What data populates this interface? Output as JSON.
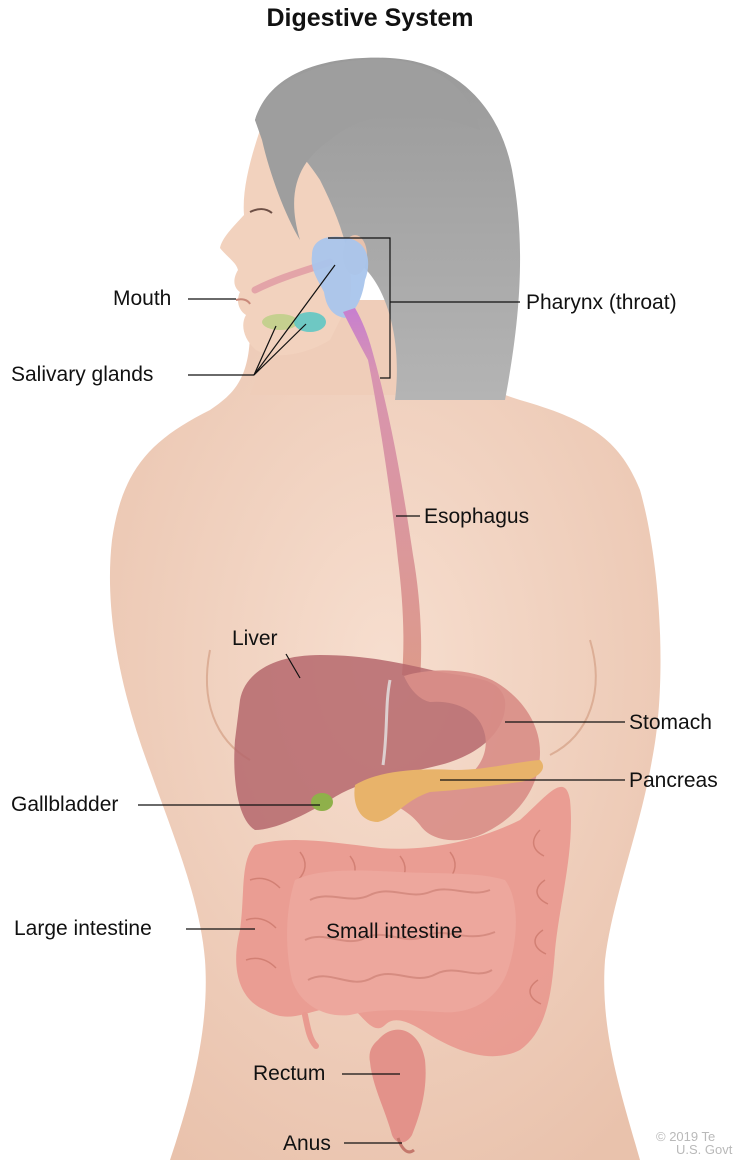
{
  "title": "Digestive System",
  "labels": {
    "mouth": "Mouth",
    "salivary_glands": "Salivary glands",
    "pharynx": "Pharynx (throat)",
    "esophagus": "Esophagus",
    "liver": "Liver",
    "stomach": "Stomach",
    "pancreas": "Pancreas",
    "gallbladder": "Gallbladder",
    "large_intestine": "Large intestine",
    "small_intestine": "Small intestine",
    "rectum": "Rectum",
    "anus": "Anus"
  },
  "copyright": [
    "© 2019 Te",
    "U.S. Govt"
  ],
  "colors": {
    "skin": "#f1d1bf",
    "hair": "#a8a8a8",
    "liver": "#b5676c",
    "stomach": "#d98e88",
    "intestine": "#e99a90",
    "pancreas": "#e8b36a",
    "gallbladder": "#8fb04a",
    "pharynx": "#a9c5ec",
    "esophagus": "#dd9a8a",
    "salivary_gland_1": "#c0cf8a",
    "salivary_gland_2": "#5fc7c3"
  }
}
